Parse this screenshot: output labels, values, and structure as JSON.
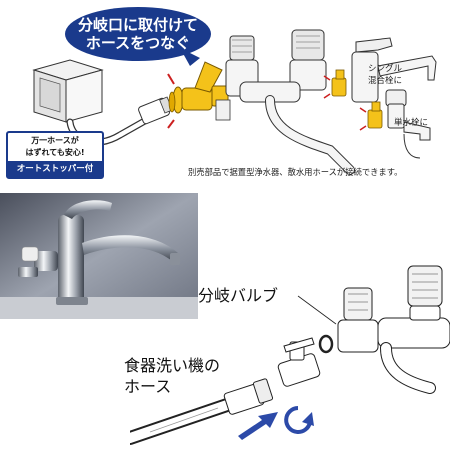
{
  "top": {
    "bubble_line1": "分岐口に取付けて",
    "bubble_line2": "ホースをつなぐ",
    "warn_line1": "万一ホースが",
    "warn_line2": "はずれても安心!",
    "warn_strip": "オートストッパー付",
    "label_single_1": "シングル",
    "label_single_2": "混合栓に",
    "label_single_faucet": "単水栓に",
    "caption": "別売部品で据置型浄水器、散水用ホースが接続できます。"
  },
  "bottom": {
    "label_valve": "分岐バルブ",
    "label_hose_1": "食器洗い機の",
    "label_hose_2": "ホース"
  },
  "colors": {
    "bubble": "#1a3a8c",
    "valve": "#f4c21a",
    "arrow": "#2c4aa8"
  }
}
